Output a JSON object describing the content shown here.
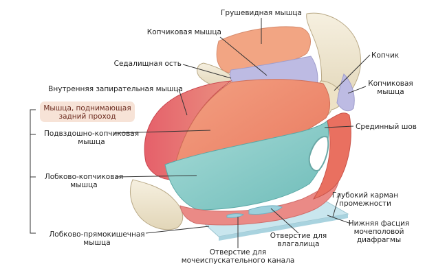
{
  "labels": {
    "piriformis": "Грушевидная мышца",
    "coccygeus_muscle": "Копчиковая мышца",
    "ischial_spine": "Седалищная ость",
    "obturator_internus": "Внутренняя запирательная мышца",
    "levator_ani": "Мышца, поднимающая\nзадний проход",
    "iliococcygeus": "Подвздошно-копчиковая\nмышца",
    "pubococcygeus": "Лобково-копчиковая\nмышца",
    "puborectalis": "Лобково-прямокишечная\nмышца",
    "coccyx": "Копчик",
    "coccygeus_right": "Копчиковая\nмышца",
    "median_raphe": "Срединный шов",
    "deep_pouch": "Глубокий карман\nпромежности",
    "inferior_fascia": "Нижняя фасция\nмочеполовой\nдиафрагмы",
    "vaginal_opening": "Отверстие для\nвлагалища",
    "urethral_opening": "Отверстие для\nмочеиспускательного канала"
  },
  "colors": {
    "muscle_orange": "#ee8a70",
    "muscle_red": "#e2545a",
    "teal": "#8fcfcc",
    "lavender": "#b9b7e0",
    "bone": "#f2ead6",
    "fascia": "#bfe0ea",
    "line": "#333333",
    "highlight": "#f7e3d7"
  }
}
